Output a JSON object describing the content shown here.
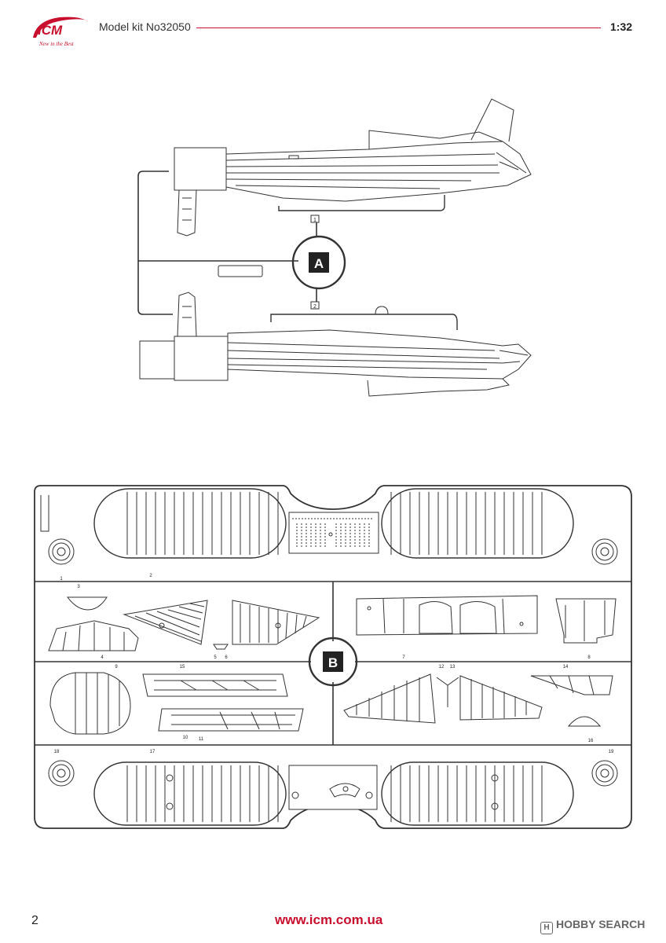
{
  "header": {
    "brand": "ICM",
    "tagline": "New in the Best",
    "kit_title": "Model kit No32050",
    "scale": "1:32"
  },
  "sprues": {
    "sprue_a": {
      "letter": "A",
      "part_numbers": [
        "1",
        "2"
      ]
    },
    "sprue_b": {
      "letter": "B",
      "part_numbers": [
        "1",
        "2",
        "3",
        "4",
        "5",
        "6",
        "7",
        "8",
        "9",
        "10",
        "11",
        "12",
        "13",
        "14",
        "15",
        "16",
        "17",
        "18",
        "19"
      ]
    }
  },
  "footer": {
    "page_number": "2",
    "website": "www.icm.com.ua",
    "watermark": "HOBBY SEARCH"
  },
  "colors": {
    "brand_red": "#c8102e",
    "line": "#333333"
  }
}
